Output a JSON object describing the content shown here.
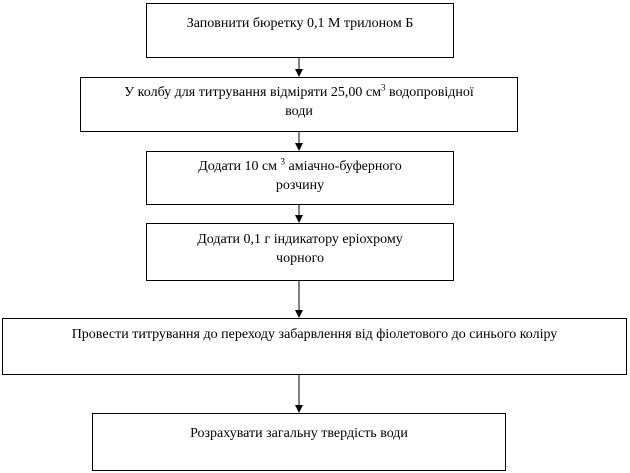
{
  "flowchart": {
    "steps": [
      {
        "text": "Заповнити бюретку 0,1 М трилоном Б"
      },
      {
        "line1_pre": "У колбу для титрування відміряти  25,00  см",
        "line1_sup": "3",
        "line1_post": " водопровідної",
        "line2": "води"
      },
      {
        "line1_pre": "Додати 10 см ",
        "line1_sup": "3",
        "line1_post": " аміачно-буферного",
        "line2": "розчину"
      },
      {
        "line1": "Додати 0,1 г індикатору  еріохрому",
        "line2": "чорного"
      },
      {
        "text": "Провести титрування до переходу забарвлення від фіолетового  до синього коліру"
      },
      {
        "text": "Розрахувати загальну твердість води"
      }
    ]
  }
}
